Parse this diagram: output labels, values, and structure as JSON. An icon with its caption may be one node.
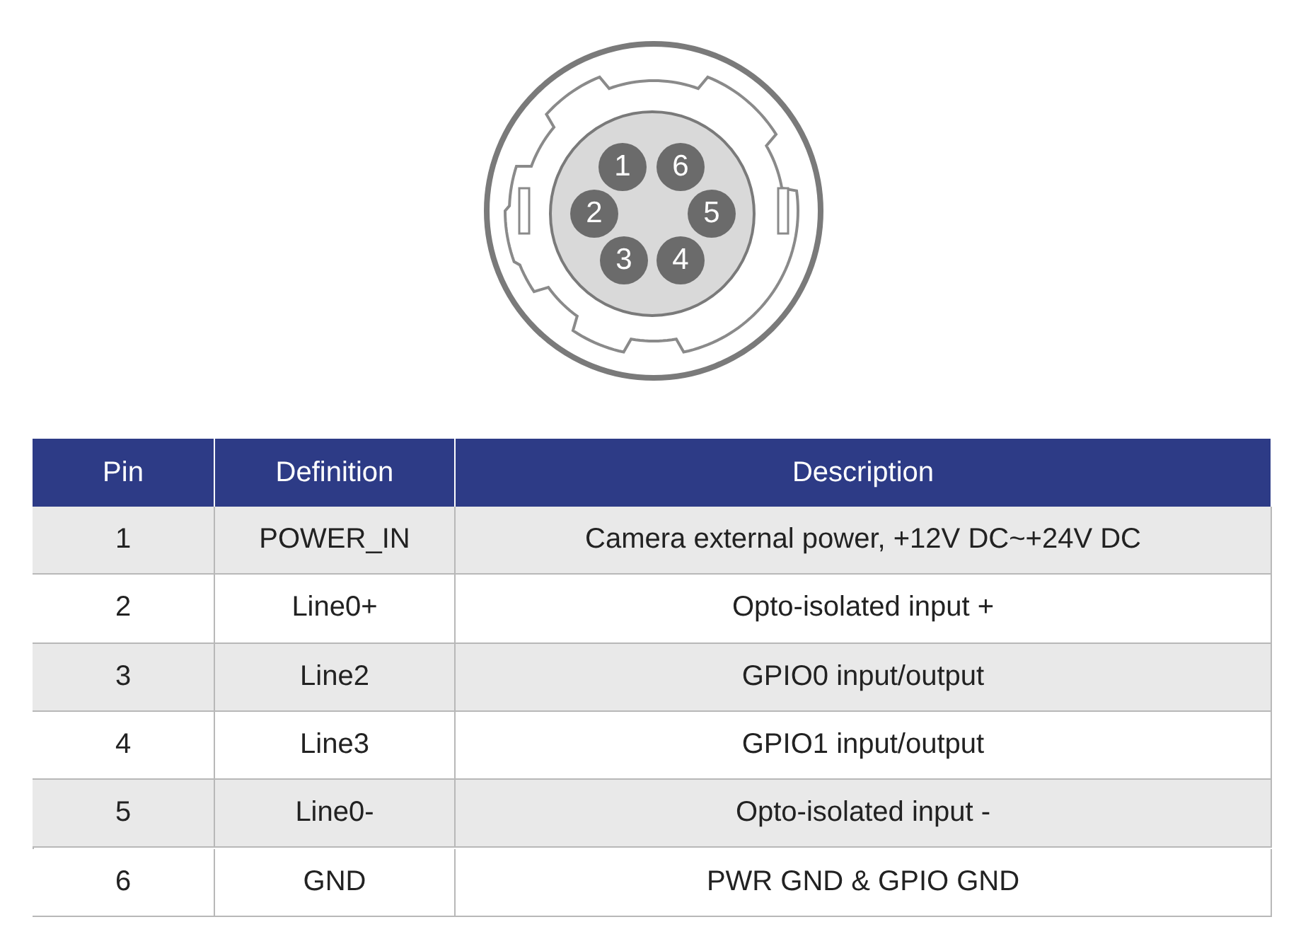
{
  "diagram": {
    "nodes": [
      {
        "text": [
          "1"
        ]
      },
      {
        "text": [
          "6"
        ]
      },
      {
        "text": [
          "2"
        ]
      },
      {
        "text": [
          "5"
        ]
      },
      {
        "text": [
          "3"
        ]
      },
      {
        "text": [
          "4"
        ]
      }
    ],
    "labels": [
      "Pin",
      "Definition",
      "Description",
      "1",
      "POWER_IN",
      "Camera external power, +12V DC~+24V DC",
      "2",
      "Line0+",
      "Opto-isolated input +",
      "3",
      "Line2",
      "GPIO0 input/output",
      "4",
      "Line3",
      "GPIO1 input/output",
      "5",
      "Line0-",
      "Opto-isolated input -",
      "6",
      "GND",
      "PWR GND & GPIO GND"
    ]
  }
}
